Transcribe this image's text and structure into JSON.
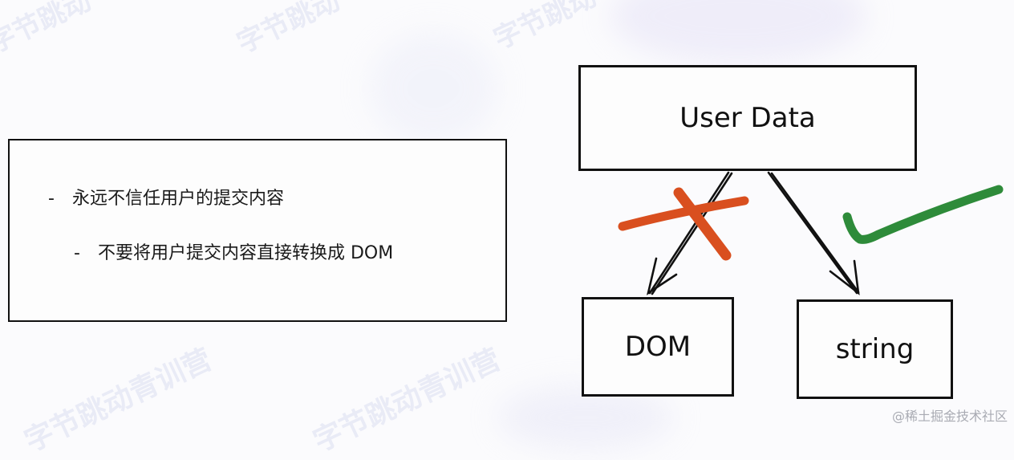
{
  "slide": {
    "bullets": [
      {
        "marker": "-",
        "text": "永远不信任用户的提交内容",
        "level": 1
      },
      {
        "marker": "-",
        "text": "不要将用户提交内容直接转换成 DOM",
        "level": 2
      }
    ]
  },
  "diagram": {
    "nodes": {
      "source": "User Data",
      "left_target": "DOM",
      "right_target": "string"
    },
    "edges": [
      {
        "from": "User Data",
        "to": "DOM",
        "mark": "cross",
        "mark_color": "#d94f1f"
      },
      {
        "from": "User Data",
        "to": "string",
        "mark": "check",
        "mark_color": "#2e8b3a"
      }
    ]
  },
  "watermarks": [
    "字节跳动",
    "字节跳动",
    "字节跳动",
    "字节跳动青训营",
    "字节跳动青训营"
  ],
  "credit": "@稀土掘金技术社区",
  "colors": {
    "cross": "#d94f1f",
    "check": "#2e8b3a",
    "stroke": "#111111"
  }
}
